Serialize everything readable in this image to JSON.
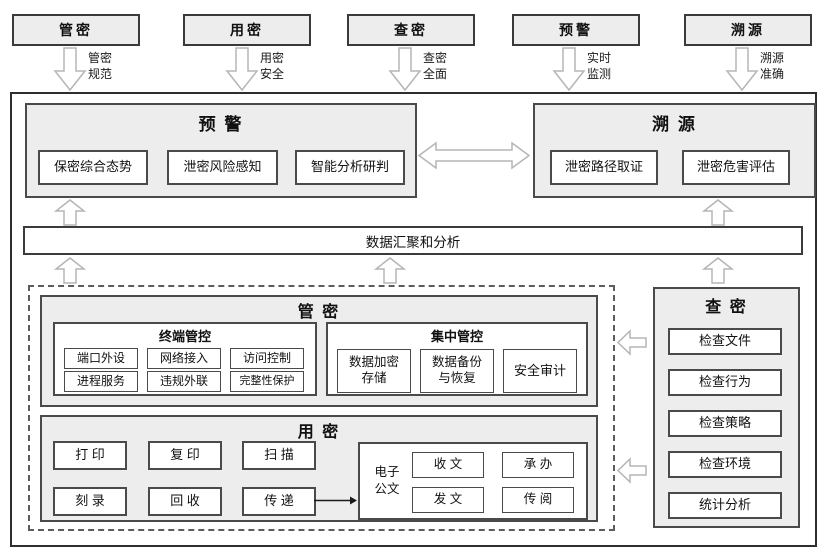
{
  "top_flows": [
    {
      "label": "管密",
      "arrow_note": "管密\n规范"
    },
    {
      "label": "用密",
      "arrow_note": "用密\n安全"
    },
    {
      "label": "查密",
      "arrow_note": "查密\n全面"
    },
    {
      "label": "预警",
      "arrow_note": "实时\n监测"
    },
    {
      "label": "溯源",
      "arrow_note": "溯源\n准确"
    }
  ],
  "warning_panel": {
    "title": "预 警",
    "items": [
      "保密综合态势",
      "泄密风险感知",
      "智能分析研判"
    ]
  },
  "trace_panel": {
    "title": "溯 源",
    "items": [
      "泄密路径取证",
      "泄密危害评估"
    ]
  },
  "data_bar": {
    "label": "数据汇聚和分析"
  },
  "manage_panel": {
    "title": "管 密",
    "terminal_control": {
      "title": "终端管控",
      "items": [
        "端口外设",
        "网络接入",
        "访问控制",
        "进程服务",
        "违规外联",
        "完整性保护"
      ]
    },
    "central_control": {
      "title": "集中管控",
      "items": [
        "数据加密\n存储",
        "数据备份\n与恢复",
        "安全审计"
      ]
    }
  },
  "use_panel": {
    "title": "用 密",
    "items": [
      "打 印",
      "复 印",
      "扫 描",
      "刻 录",
      "回 收",
      "传 递"
    ],
    "edoc": {
      "label": "电子\n公文",
      "items": [
        "收 文",
        "承 办",
        "发 文",
        "传 阅"
      ]
    }
  },
  "check_panel": {
    "title": "查 密",
    "items": [
      "检查文件",
      "检查行为",
      "检查策略",
      "检查环境",
      "统计分析"
    ]
  },
  "colors": {
    "panel_bg": "#ededed",
    "border_dark": "#3a3a3a",
    "arrow_outline": "#b5b5b5"
  }
}
